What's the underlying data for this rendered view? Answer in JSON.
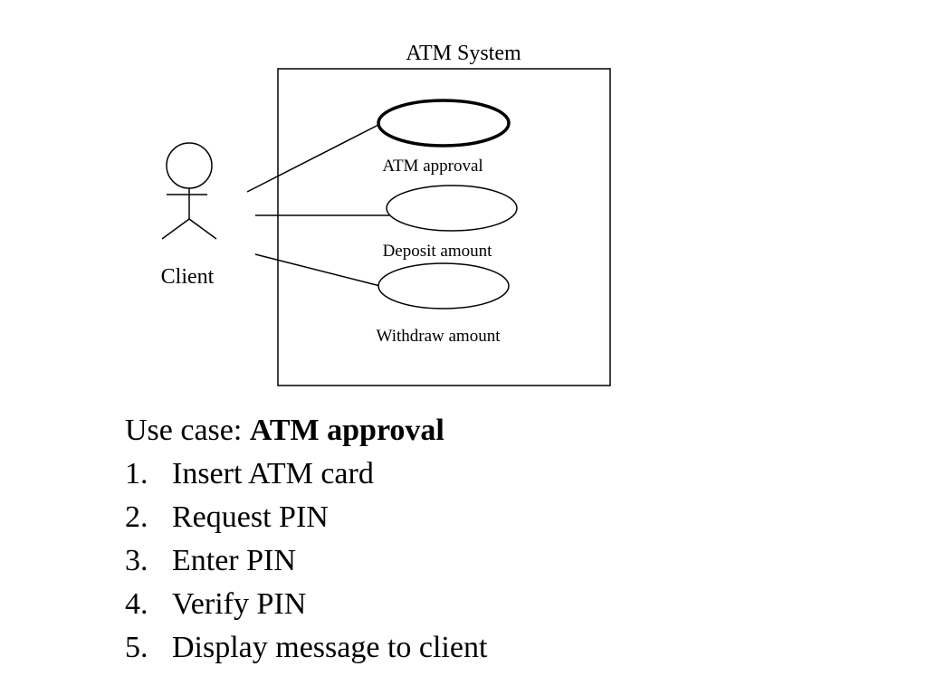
{
  "diagram": {
    "system_title": "ATM System",
    "actor": "Client",
    "use_cases": [
      {
        "label": "ATM approval",
        "emphasized": true
      },
      {
        "label": "Deposit amount",
        "emphasized": false
      },
      {
        "label": "Withdraw amount",
        "emphasized": false
      }
    ]
  },
  "description": {
    "prefix": "Use case: ",
    "name": "ATM approval",
    "steps": [
      {
        "num": "1.",
        "text": "Insert ATM card"
      },
      {
        "num": "2.",
        "text": "Request PIN"
      },
      {
        "num": "3.",
        "text": "Enter PIN"
      },
      {
        "num": "4.",
        "text": "Verify PIN"
      },
      {
        "num": "5.",
        "text": "Display message to client"
      }
    ]
  }
}
